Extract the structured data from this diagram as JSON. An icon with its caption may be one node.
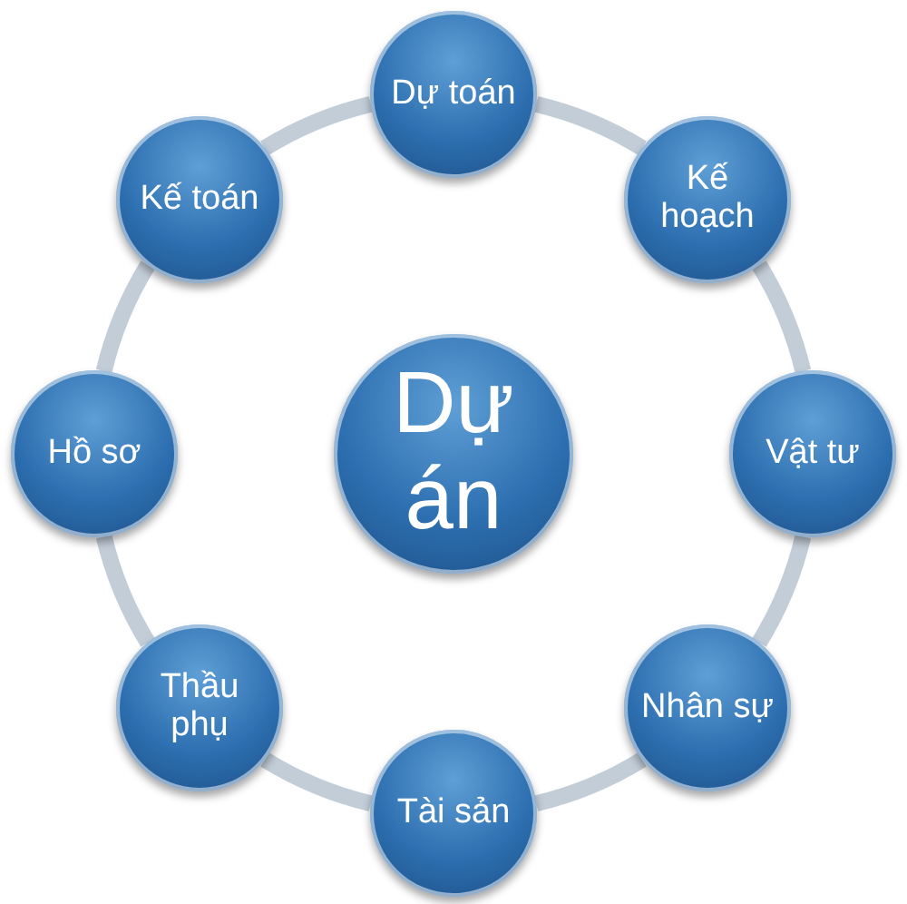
{
  "diagram": {
    "nodes": [
      {
        "text": [
          "Dự án"
        ]
      },
      {
        "text": [
          "Dự toán"
        ]
      },
      {
        "text": [
          "Kế hoạch"
        ]
      },
      {
        "text": [
          "Vật tư"
        ]
      },
      {
        "text": [
          "Nhân sự"
        ]
      },
      {
        "text": [
          "Tài sản"
        ]
      },
      {
        "text": [
          "Thầu phụ"
        ]
      },
      {
        "text": [
          "Hồ sơ"
        ]
      },
      {
        "text": [
          "Kế toán"
        ]
      }
    ],
    "edges": [
      {
        "from": 1,
        "to": 2,
        "arrow": "none"
      },
      {
        "from": 2,
        "to": 3,
        "arrow": "none"
      },
      {
        "from": 3,
        "to": 4,
        "arrow": "none"
      },
      {
        "from": 4,
        "to": 5,
        "arrow": "none"
      },
      {
        "from": 5,
        "to": 6,
        "arrow": "none"
      },
      {
        "from": 6,
        "to": 7,
        "arrow": "none"
      },
      {
        "from": 7,
        "to": 8,
        "arrow": "none"
      },
      {
        "from": 8,
        "to": 1,
        "arrow": "none"
      }
    ]
  }
}
